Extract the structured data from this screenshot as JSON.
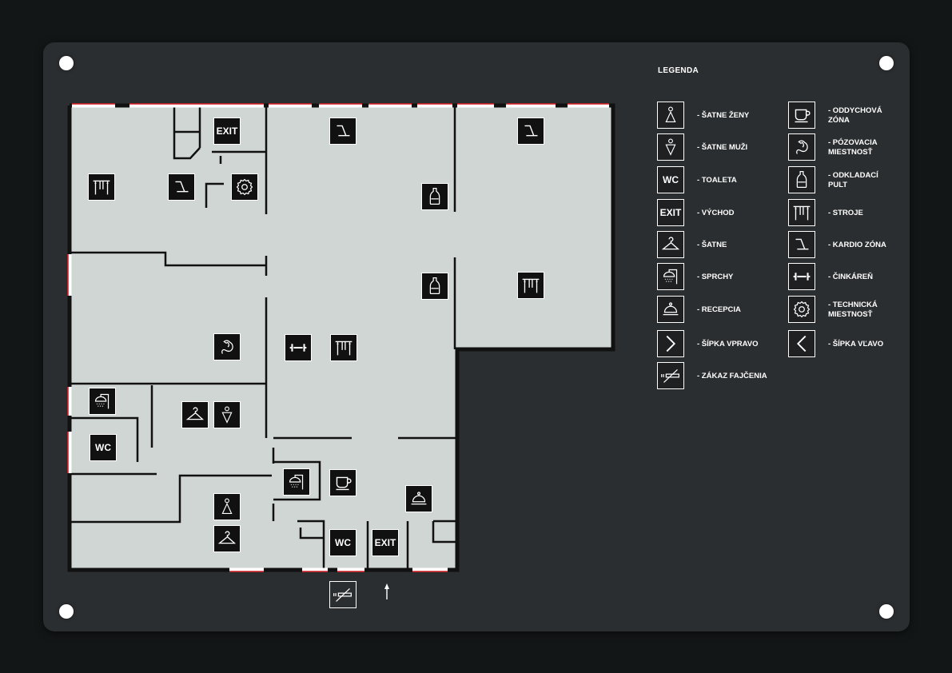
{
  "legend": {
    "title": "LEGENDA",
    "items": [
      {
        "icon": "woman-icon",
        "label": "- ŠATNE ŽENY"
      },
      {
        "icon": "man-icon",
        "label": "- ŠATNE MUŽI"
      },
      {
        "icon": "wc-icon",
        "label": "- TOALETA",
        "text": "WC"
      },
      {
        "icon": "exit-icon",
        "label": "- VÝCHOD",
        "text": "EXIT"
      },
      {
        "icon": "hanger-icon",
        "label": "- ŠATNE"
      },
      {
        "icon": "shower-icon",
        "label": "- SPRCHY"
      },
      {
        "icon": "cloche-icon",
        "label": "- RECEPCIA"
      },
      {
        "icon": "arrow-right-icon",
        "label": "- ŠÍPKA VPRAVO"
      },
      {
        "icon": "no-smoking-icon",
        "label": "- ZÁKAZ FAJČENIA"
      },
      {
        "icon": "cup-icon",
        "label": "- ODDYCHOVÁ\nZÓNA"
      },
      {
        "icon": "muscle-icon",
        "label": "- PÓZOVACIA\nMIESTNOSŤ"
      },
      {
        "icon": "bottle-icon",
        "label": "- ODKLADACÍ\nPULT"
      },
      {
        "icon": "machine-icon",
        "label": "- STROJE"
      },
      {
        "icon": "treadmill-icon",
        "label": "- KARDIO ZÓNA"
      },
      {
        "icon": "dumbbell-icon",
        "label": "- ČINKÁREŇ"
      },
      {
        "icon": "gear-icon",
        "label": "- TECHNICKÁ\nMIESTNOSŤ"
      },
      {
        "icon": "arrow-left-icon",
        "label": "- ŠÍPKA VĽAVO"
      }
    ]
  },
  "map_labels": {
    "exit": "EXIT",
    "wc": "WC"
  },
  "colors": {
    "plate": "#2b2e30",
    "floor": "#cfd6d4",
    "wall": "#111111",
    "door": "#d91f26"
  }
}
